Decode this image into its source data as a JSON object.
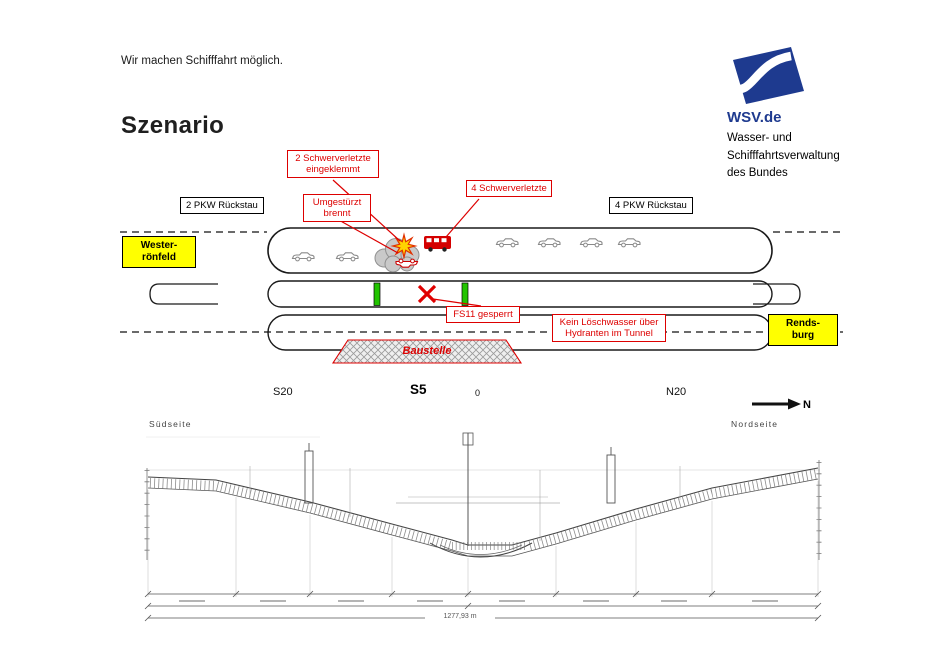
{
  "colors": {
    "accent_red": "#dd0000",
    "warning_yellow": "#ffff00",
    "logo_blue": "#1e3a8f",
    "marker_green": "#22c400"
  },
  "header": {
    "tagline": "Wir machen Schifffahrt möglich.",
    "logo_brand": "WSV.de",
    "logo_org": [
      "Wasser- und",
      "Schifffahrtsverwaltung",
      "des Bundes"
    ]
  },
  "title": "Szenario",
  "scenario": {
    "city_left": "Wester-\nrönfeld",
    "city_right": "Rends-\nburg",
    "queue_left": "2 PKW Rückstau",
    "queue_right": "4 PKW Rückstau",
    "callout_trapped": "2 Schwerverletzte\neingeklemmt",
    "callout_overturned": "Umgestürzt\nbrennt",
    "callout_injured": "4 Schwerverletzte",
    "callout_lane_closed": "FS11 gesperrt",
    "callout_no_water": "Kein Löschwasser über\nHydranten im Tunnel",
    "construction_label": "Baustelle",
    "stations": {
      "s20": "S20",
      "s5": "S5",
      "zero": "0",
      "n20": "N20"
    },
    "compass": "N"
  },
  "cross_section": {
    "south_label": "Südseite",
    "north_label": "Nordseite",
    "total_length": "1277,93 m"
  }
}
